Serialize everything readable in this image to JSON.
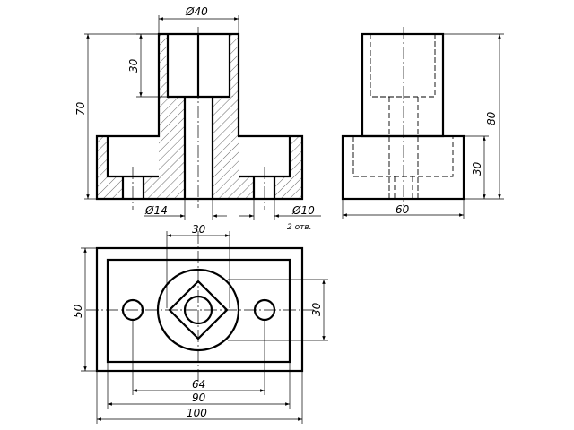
{
  "dimensions": {
    "front_bore_diameter": "Ø40",
    "front_bore_depth": "30",
    "front_overall_height": "70",
    "front_center_hole": "Ø14",
    "front_side_holes": "Ø10",
    "front_side_holes_note": "2 отв.",
    "side_overall_height": "80",
    "side_base_height": "30",
    "side_width": "60",
    "top_square": "30",
    "top_depth_left": "50",
    "top_depth_right": "30",
    "top_hole_spacing": "64",
    "top_inner_length": "90",
    "top_overall_length": "100"
  }
}
